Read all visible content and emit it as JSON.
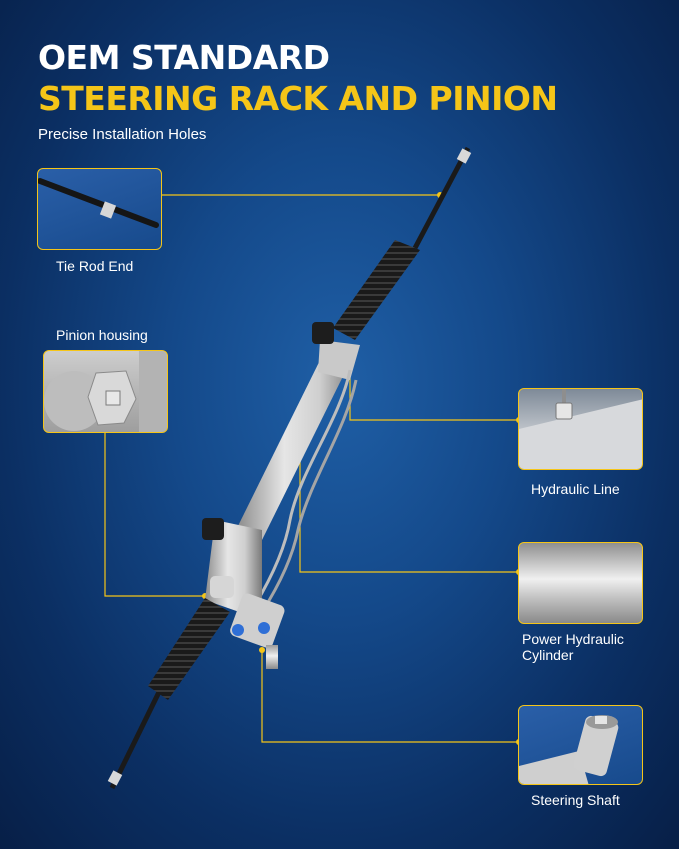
{
  "header": {
    "title_line1": "OEM STANDARD",
    "title_line2": "STEERING RACK AND PINION",
    "subtitle": "Precise Installation Holes"
  },
  "callouts": {
    "tie_rod_end": "Tie Rod End",
    "pinion_housing": "Pinion housing",
    "hydraulic_line": "Hydraulic Line",
    "power_hydraulic_cylinder_line1": "Power Hydraulic",
    "power_hydraulic_cylinder_line2": "Cylinder",
    "steering_shaft": "Steering Shaft"
  },
  "colors": {
    "accent": "#f5c518",
    "background": "#14498a",
    "text": "#ffffff"
  }
}
